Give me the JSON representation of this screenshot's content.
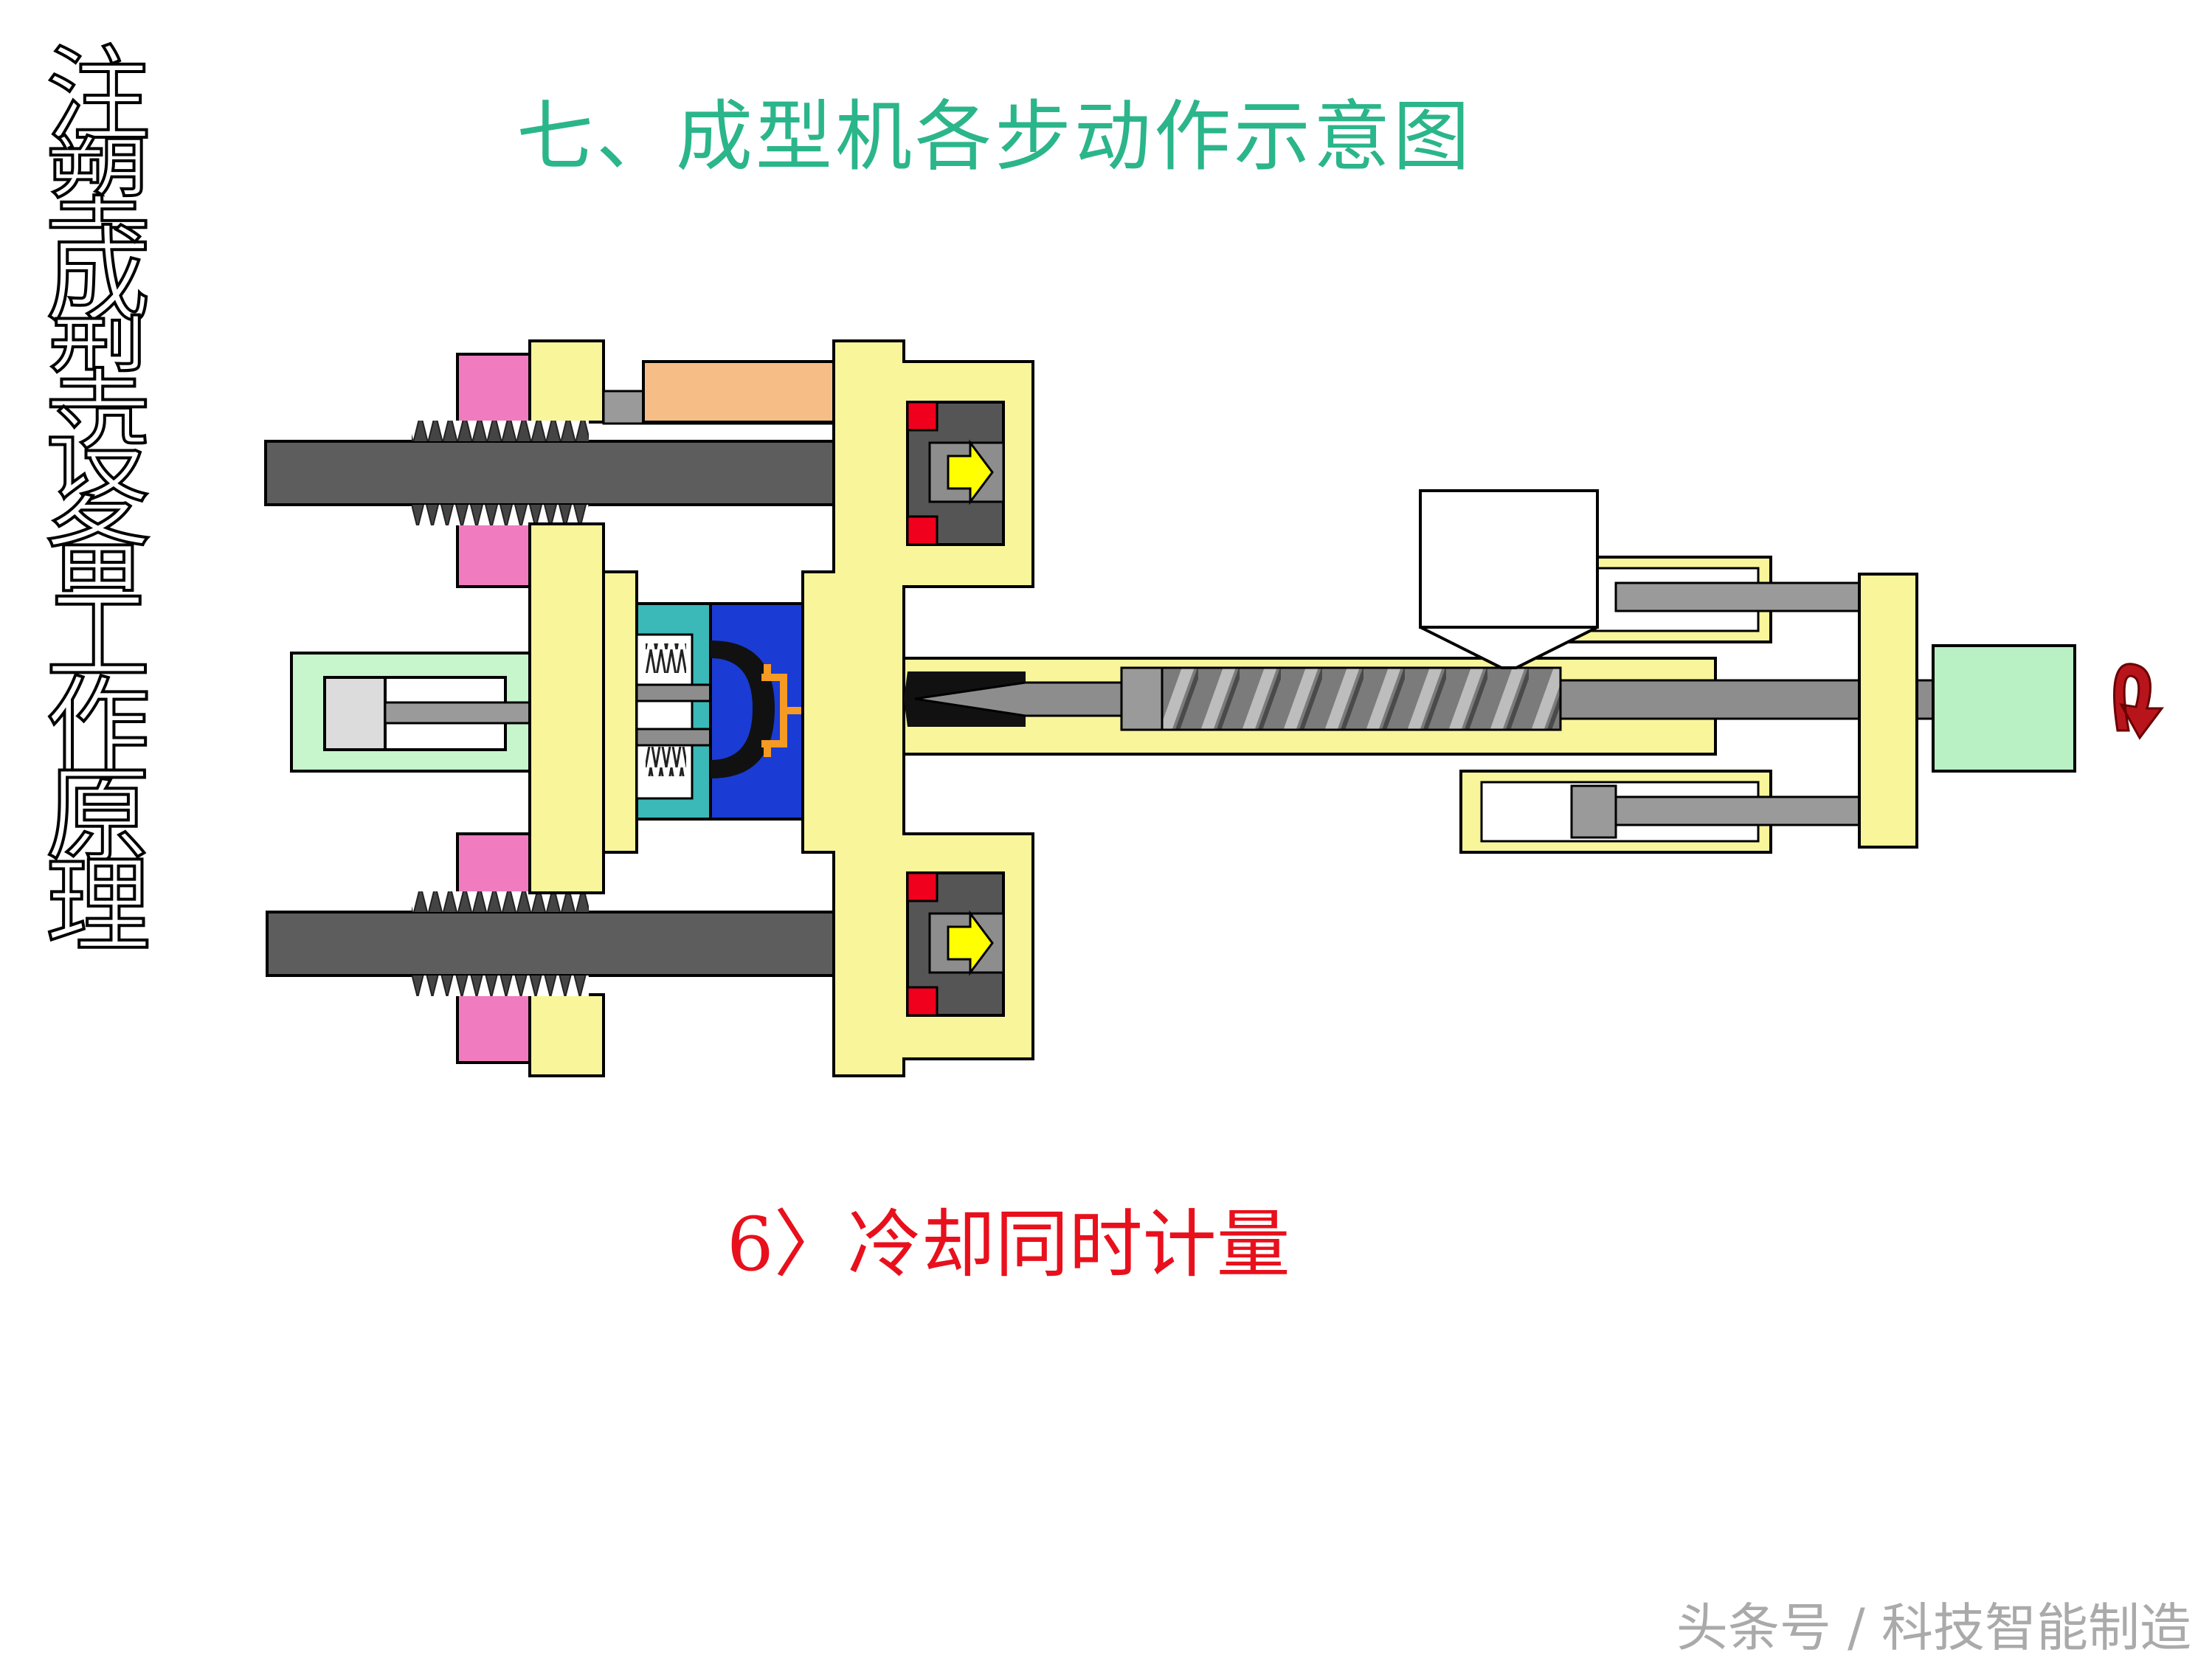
{
  "side_title": [
    "注",
    "塑",
    "成",
    "型",
    "设",
    "备",
    "工",
    "作",
    "原",
    "理"
  ],
  "main_title": "七、成型机各步动作示意图",
  "step_caption": "6〉冷却同时计量",
  "watermark": "头条号 / 科技智能制造",
  "colors": {
    "main_title": "#2bb58a",
    "step_caption": "#e8101c",
    "platen_yellow": "#f9f59b",
    "tie_bar_gray": "#5d5d5d",
    "nut_pink": "#f07bbf",
    "mold_teal": "#3ab9b8",
    "mold_blue": "#1a3cd4",
    "cylinder_orange": "#f6be86",
    "motor_green": "#b9f0c4",
    "ram_red": "#f0001c",
    "arrow_yellow": "#ffff00",
    "rotation_arrow": "#b8141c"
  },
  "icons": {
    "rotation": "rotation-arrow-icon",
    "clamp_direction": "clamp-arrow-icon"
  }
}
